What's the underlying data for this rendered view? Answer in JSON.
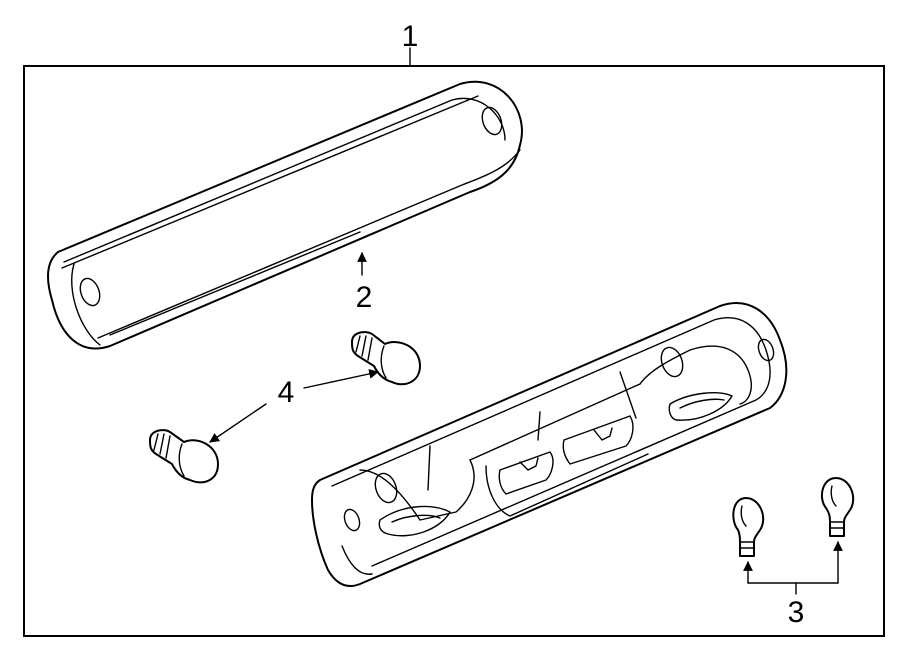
{
  "diagram": {
    "callouts": [
      {
        "id": "1",
        "text": "1"
      },
      {
        "id": "2",
        "text": "2"
      },
      {
        "id": "3",
        "text": "3"
      },
      {
        "id": "4",
        "text": "4"
      }
    ]
  }
}
